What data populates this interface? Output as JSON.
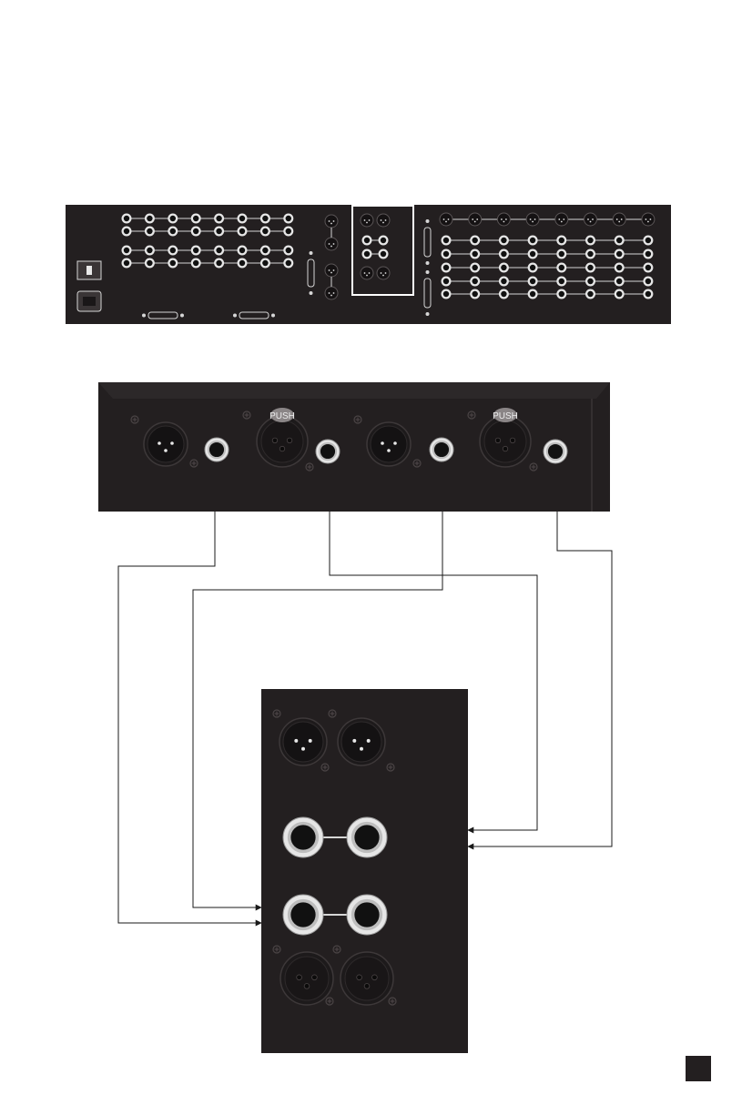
{
  "figure": {
    "push_label": "PUSH",
    "colors": {
      "panel": "#231f20",
      "panel_dark": "#1a1718",
      "jack_ring": "#d6d6d6",
      "line": "#1a1a1a",
      "highlight": "#ffffff"
    },
    "rear_panel": {
      "description_icons": [
        "power-switch-icon",
        "iec-power-inlet-icon",
        "db25-connector-icon",
        "xlr-connector-icon",
        "trs-jack-icon"
      ]
    },
    "detail_panel": {
      "connectors": [
        "xlr-male",
        "trs-jack",
        "xlr-female",
        "trs-jack",
        "xlr-male",
        "trs-jack",
        "xlr-female",
        "trs-jack"
      ]
    },
    "patch_module": {
      "rows": [
        "xlr-male-pair",
        "trs-jack-pair",
        "trs-jack-pair",
        "xlr-female-pair"
      ]
    }
  }
}
